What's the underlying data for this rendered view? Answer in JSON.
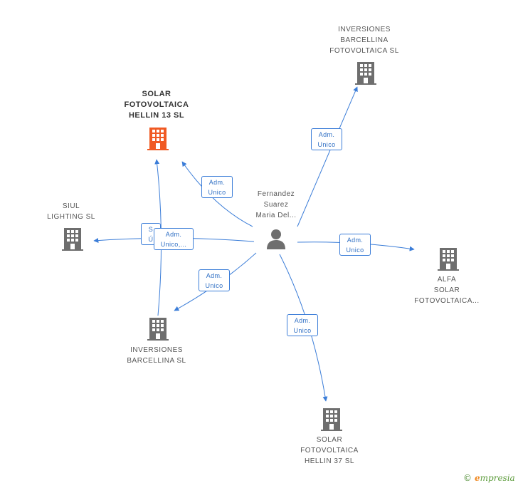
{
  "center": {
    "label": "Fernandez\nSuarez\nMaria Del...",
    "icon": "person-icon"
  },
  "companies": [
    {
      "id": "solar-hellin-13",
      "label": "SOLAR\nFOTOVOLTAICA\nHELLIN 13 SL",
      "highlight": true,
      "color": "#f05a23"
    },
    {
      "id": "inversiones-barcellina-fotovoltaica",
      "label": "INVERSIONES\nBARCELLINA\nFOTOVOLTAICA SL",
      "highlight": false,
      "color": "#6e6e6e"
    },
    {
      "id": "siul-lighting",
      "label": "SIUL\nLIGHTING SL",
      "highlight": false,
      "color": "#6e6e6e"
    },
    {
      "id": "alfa-solar",
      "label": "ALFA\nSOLAR\nFOTOVOLTAICA...",
      "highlight": false,
      "color": "#6e6e6e"
    },
    {
      "id": "inversiones-barcellina",
      "label": "INVERSIONES\nBARCELLINA SL",
      "highlight": false,
      "color": "#6e6e6e"
    },
    {
      "id": "solar-hellin-37",
      "label": "SOLAR\nFOTOVOLTAICA\nHELLIN 37 SL",
      "highlight": false,
      "color": "#6e6e6e"
    }
  ],
  "edges": [
    {
      "to": "solar-hellin-13",
      "label": "Adm.\nUnico"
    },
    {
      "to": "inversiones-barcellina-fotovoltaica",
      "label": "Adm.\nUnico"
    },
    {
      "to": "siul-lighting",
      "label": "Adm.\nUnico,..."
    },
    {
      "to": "alfa-solar",
      "label": "Adm.\nUnico"
    },
    {
      "to": "inversiones-barcellina",
      "label": "Adm.\nUnico"
    },
    {
      "to": "solar-hellin-37",
      "label": "Adm.\nUnico"
    },
    {
      "from": "inversiones-barcellina",
      "to": "solar-hellin-13",
      "label": "S\nÚ"
    }
  ],
  "footer": {
    "copyright": "©",
    "brand_initial": "e",
    "brand_rest": "mpresia"
  },
  "colors": {
    "edge": "#3b7dd8",
    "building": "#6e6e6e",
    "highlight": "#f05a23",
    "person": "#6e6e6e"
  }
}
